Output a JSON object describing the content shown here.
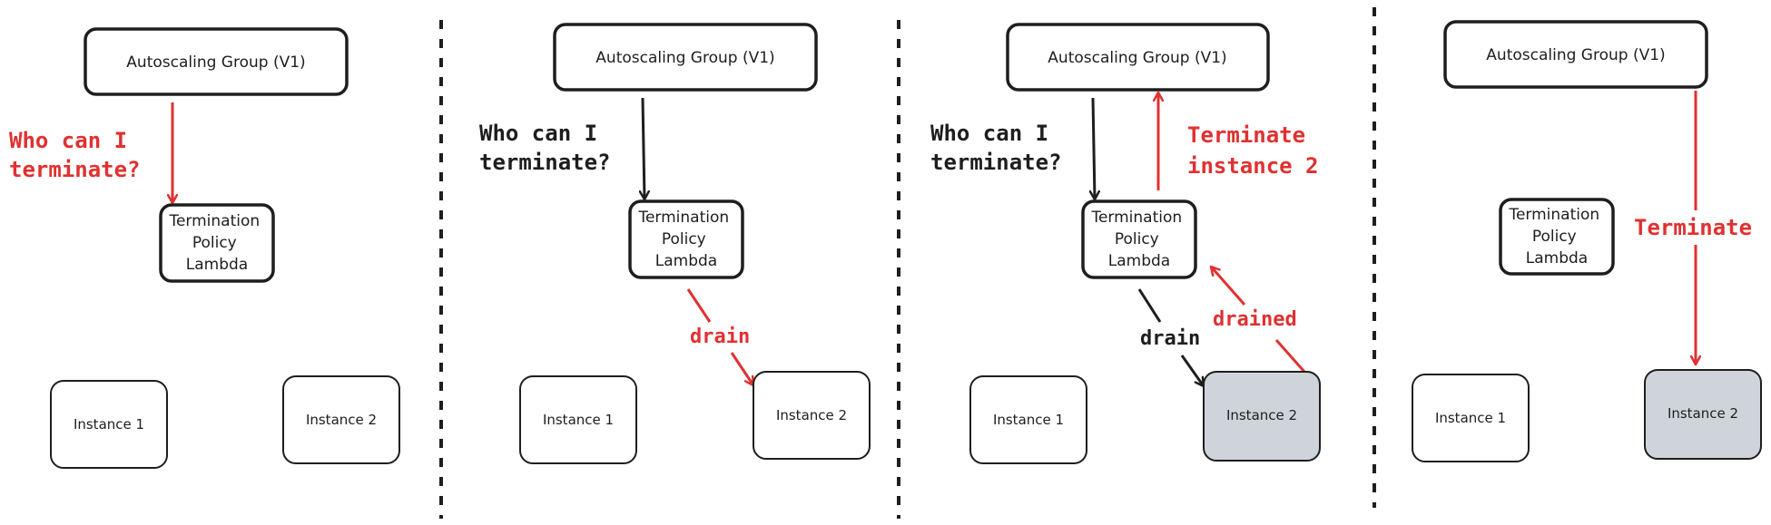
{
  "colors": {
    "ink": "#1e1e1e",
    "accent": "#e03131",
    "fill_highlight": "#ced4da",
    "background": "#ffffff"
  },
  "panels": [
    {
      "asg_label": "Autoscaling Group (V1)",
      "policy_lines": [
        "Termination",
        "Policy",
        "Lambda"
      ],
      "instances": [
        {
          "label": "Instance 1",
          "highlighted": false
        },
        {
          "label": "Instance 2",
          "highlighted": false
        }
      ],
      "question_lines": [
        "Who can I",
        "terminate?"
      ]
    },
    {
      "asg_label": "Autoscaling Group (V1)",
      "policy_lines": [
        "Termination",
        "Policy",
        "Lambda"
      ],
      "instances": [
        {
          "label": "Instance 1",
          "highlighted": false
        },
        {
          "label": "Instance 2",
          "highlighted": false
        }
      ],
      "question_lines": [
        "Who can I",
        "terminate?"
      ],
      "drain_label": "drain"
    },
    {
      "asg_label": "Autoscaling Group (V1)",
      "policy_lines": [
        "Termination",
        "Policy",
        "Lambda"
      ],
      "instances": [
        {
          "label": "Instance 1",
          "highlighted": false
        },
        {
          "label": "Instance 2",
          "highlighted": true
        }
      ],
      "question_lines": [
        "Who can I",
        "terminate?"
      ],
      "terminate_lines": [
        "Terminate",
        "instance 2"
      ],
      "drain_label": "drain",
      "drained_label": "drained"
    },
    {
      "asg_label": "Autoscaling Group (V1)",
      "policy_lines": [
        "Termination",
        "Policy",
        "Lambda"
      ],
      "instances": [
        {
          "label": "Instance 1",
          "highlighted": false
        },
        {
          "label": "Instance 2",
          "highlighted": true
        }
      ],
      "terminate_label": "Terminate"
    }
  ]
}
